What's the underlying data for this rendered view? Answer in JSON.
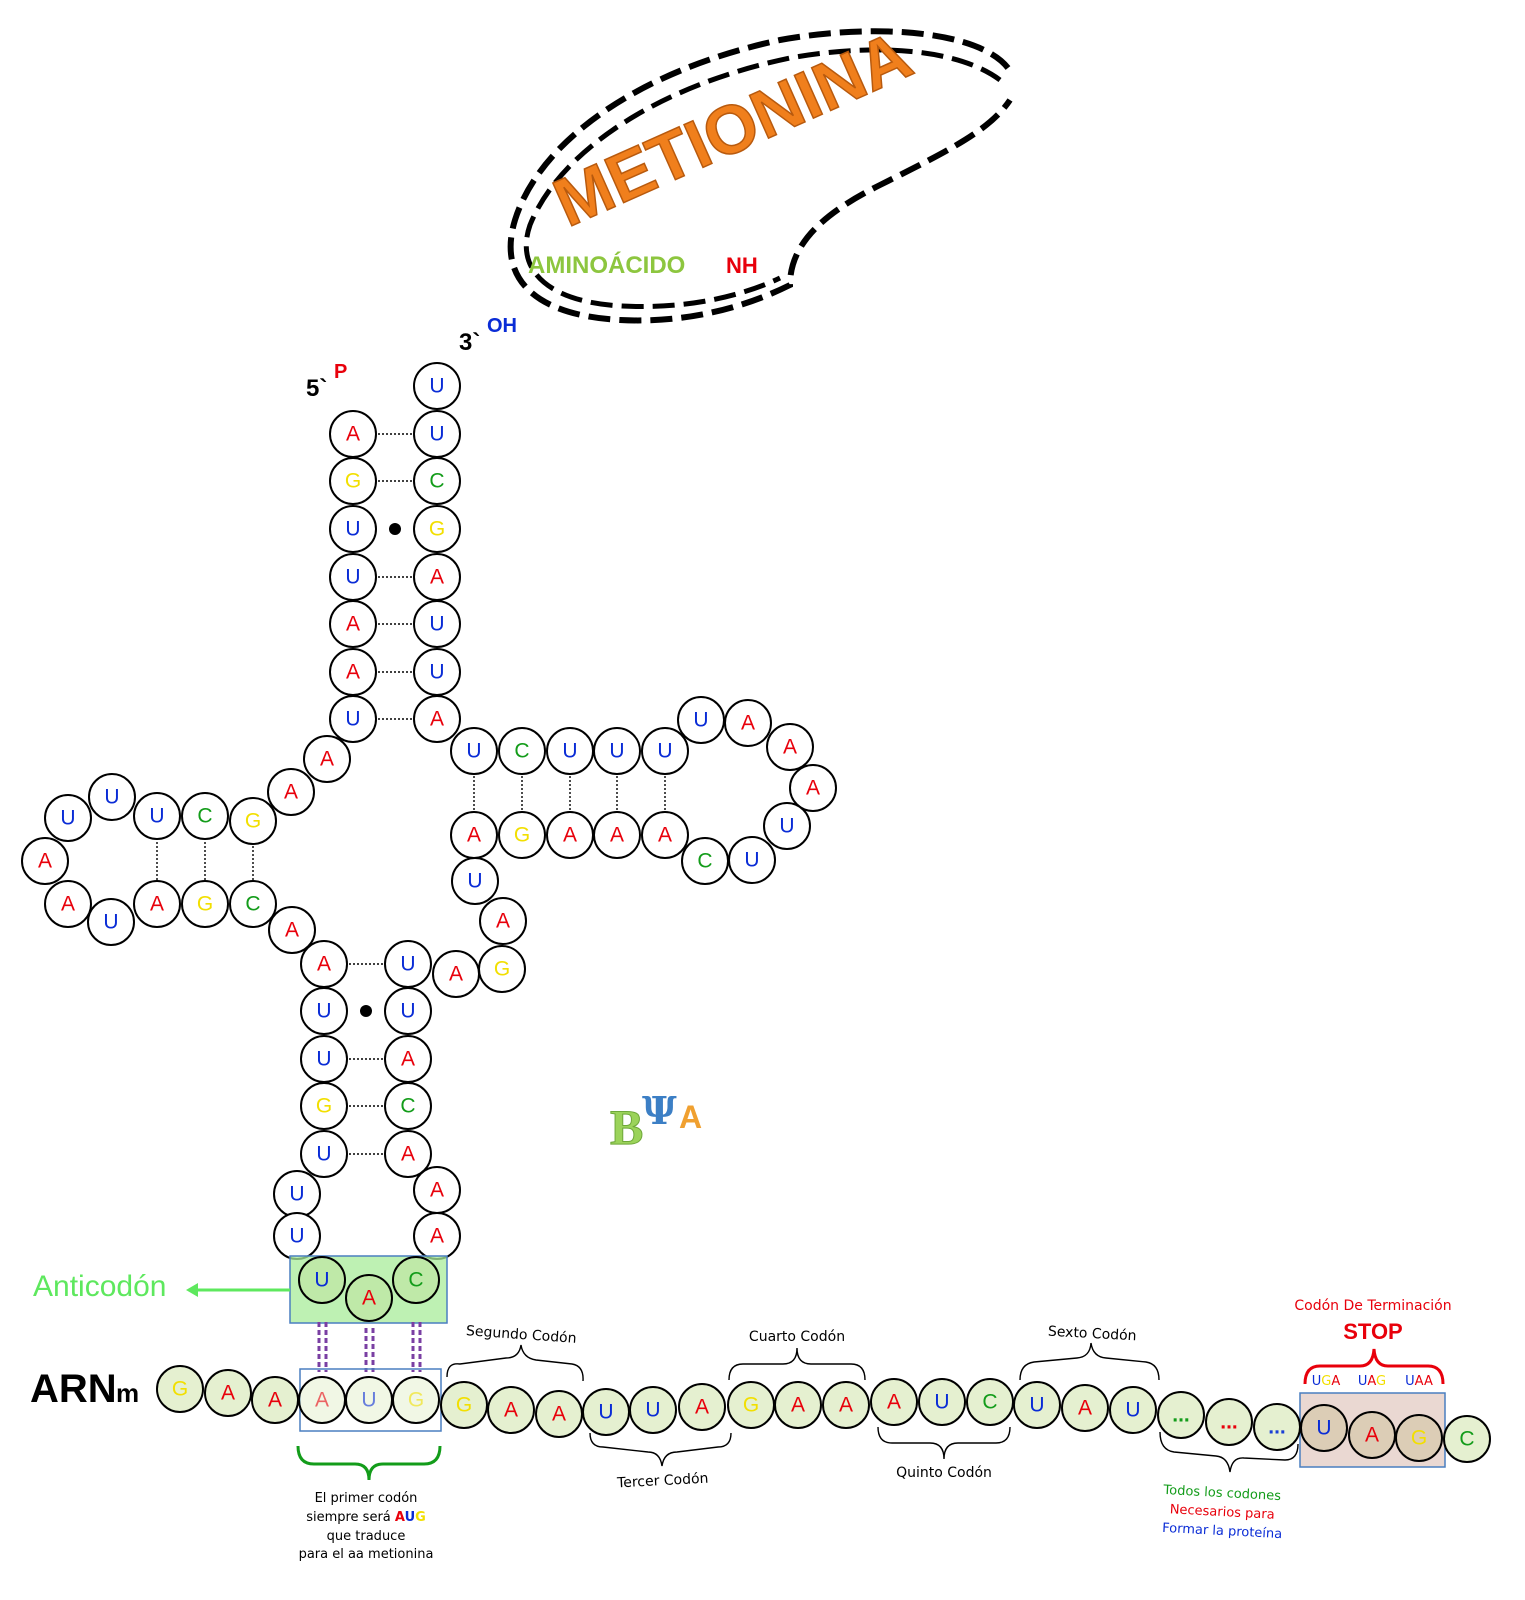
{
  "colors": {
    "A": "#e8000b",
    "U": "#0a2cd6",
    "C": "#139c1a",
    "G": "#f2df00",
    "dots_blue": "#1a3fd6",
    "dots_red": "#e8000b",
    "dots_green": "#139c1a",
    "mrna_fill": "#e5f0d0",
    "stop_fill": "#dccdb6",
    "anticodon_box": "#a8ec9a",
    "methionine": "#f07f1c",
    "aminoacid_label": "#8dc63f",
    "anticodon_label": "#5ee85e",
    "pair_line": "#7a3fa3"
  },
  "methionine": {
    "label": "METIONINA"
  },
  "aminoacid": {
    "label": "AMINOÁCIDO",
    "nh": "NH"
  },
  "ends": {
    "three_prime": "3`",
    "three_group": "OH",
    "five_prime": "5`",
    "five_group": "P"
  },
  "trna": {
    "acceptor_5": [
      "A",
      "G",
      "U",
      "U",
      "A",
      "A",
      "U"
    ],
    "acceptor_3": [
      "U",
      "U",
      "C",
      "G",
      "A",
      "U",
      "U",
      "A"
    ],
    "junction_5": [
      "A",
      "A"
    ],
    "d_arm_top": [
      "U",
      "U",
      "U",
      "C",
      "G"
    ],
    "d_arm_left": [
      "A"
    ],
    "d_arm_bottom": [
      "A",
      "U",
      "A",
      "G",
      "C"
    ],
    "junction_mid": [
      "A"
    ],
    "anticodon_stem_left": [
      "A",
      "U",
      "U",
      "G",
      "U",
      "U",
      "U"
    ],
    "anticodon_stem_right": [
      "U",
      "U",
      "A",
      "C",
      "A",
      "A",
      "A"
    ],
    "anticodon": [
      "U",
      "A",
      "C"
    ],
    "variable": [
      "A",
      "G",
      "A",
      "U"
    ],
    "t_stem_top": [
      "U",
      "C",
      "U",
      "U",
      "U"
    ],
    "t_loop": [
      "U",
      "A",
      "A",
      "A",
      "U",
      "U",
      "C"
    ],
    "t_stem_bottom": [
      "A",
      "G",
      "A",
      "A",
      "A"
    ]
  },
  "anticodon_label": "Anticodón",
  "mrna": {
    "label_main": "ARN",
    "label_sub": "m",
    "sequence": [
      "G",
      "A",
      "A",
      "A",
      "U",
      "G",
      "G",
      "A",
      "A",
      "U",
      "U",
      "A",
      "G",
      "A",
      "A",
      "A",
      "U",
      "C",
      "U",
      "A",
      "U",
      "...",
      "...",
      "...",
      "U",
      "A",
      "G",
      "C"
    ]
  },
  "codon_labels": {
    "second": "Segundo Codón",
    "third": "Tercer Codón",
    "fourth": "Cuarto Codón",
    "fifth": "Quinto Codón",
    "sixth": "Sexto Codón"
  },
  "first_codon_note": {
    "line1": "El primer codón",
    "line2_prefix": "siempre será ",
    "line2_a": "A",
    "line2_u": "U",
    "line2_g": "G",
    "line3": "que traduce",
    "line4": "para el aa metionina"
  },
  "all_codons_note": {
    "line1": "Todos los codones",
    "line2": "Necesarios para",
    "line3": "Formar la proteína"
  },
  "stop": {
    "title": "Codón De Terminación",
    "label": "STOP",
    "codons": [
      [
        "U",
        "G",
        "A"
      ],
      [
        "U",
        "A",
        "G"
      ],
      [
        "U",
        "A",
        "A"
      ]
    ]
  },
  "logo": {
    "b": "B",
    "psi": "Ψ",
    "a": "A"
  }
}
